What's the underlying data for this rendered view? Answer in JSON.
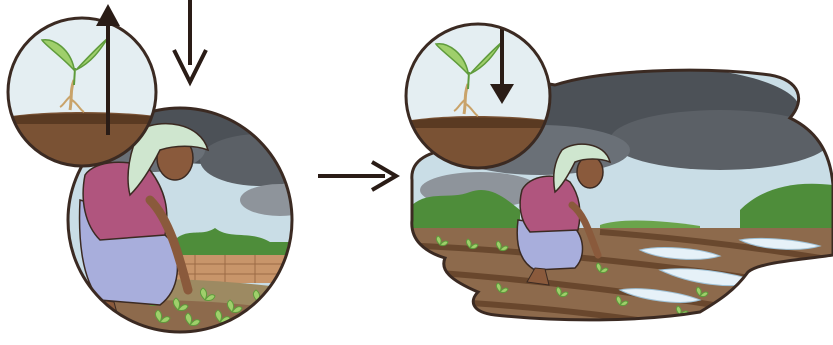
{
  "scene": {
    "panels": [
      {
        "id": "planting",
        "inset_arrow_direction": "up"
      },
      {
        "id": "rain",
        "inset_arrow_direction": "down"
      }
    ],
    "connector_arrow": "right",
    "colors": {
      "outline": "#3b2a22",
      "sky": "#c9dde6",
      "storm_cloud": "#4c5157",
      "soil": "#7a5234",
      "soil_dark": "#5a3a22",
      "field": "#8d6a4c",
      "leaf": "#9fcf6b",
      "leaf_dark": "#5f9b3c",
      "grass": "#4e8d3a",
      "shirt": "#b0557e",
      "skirt": "#a8aedc",
      "headscarf": "#cfe6cf",
      "skin": "#8a5a3c",
      "water": "#e6f1f8"
    }
  }
}
